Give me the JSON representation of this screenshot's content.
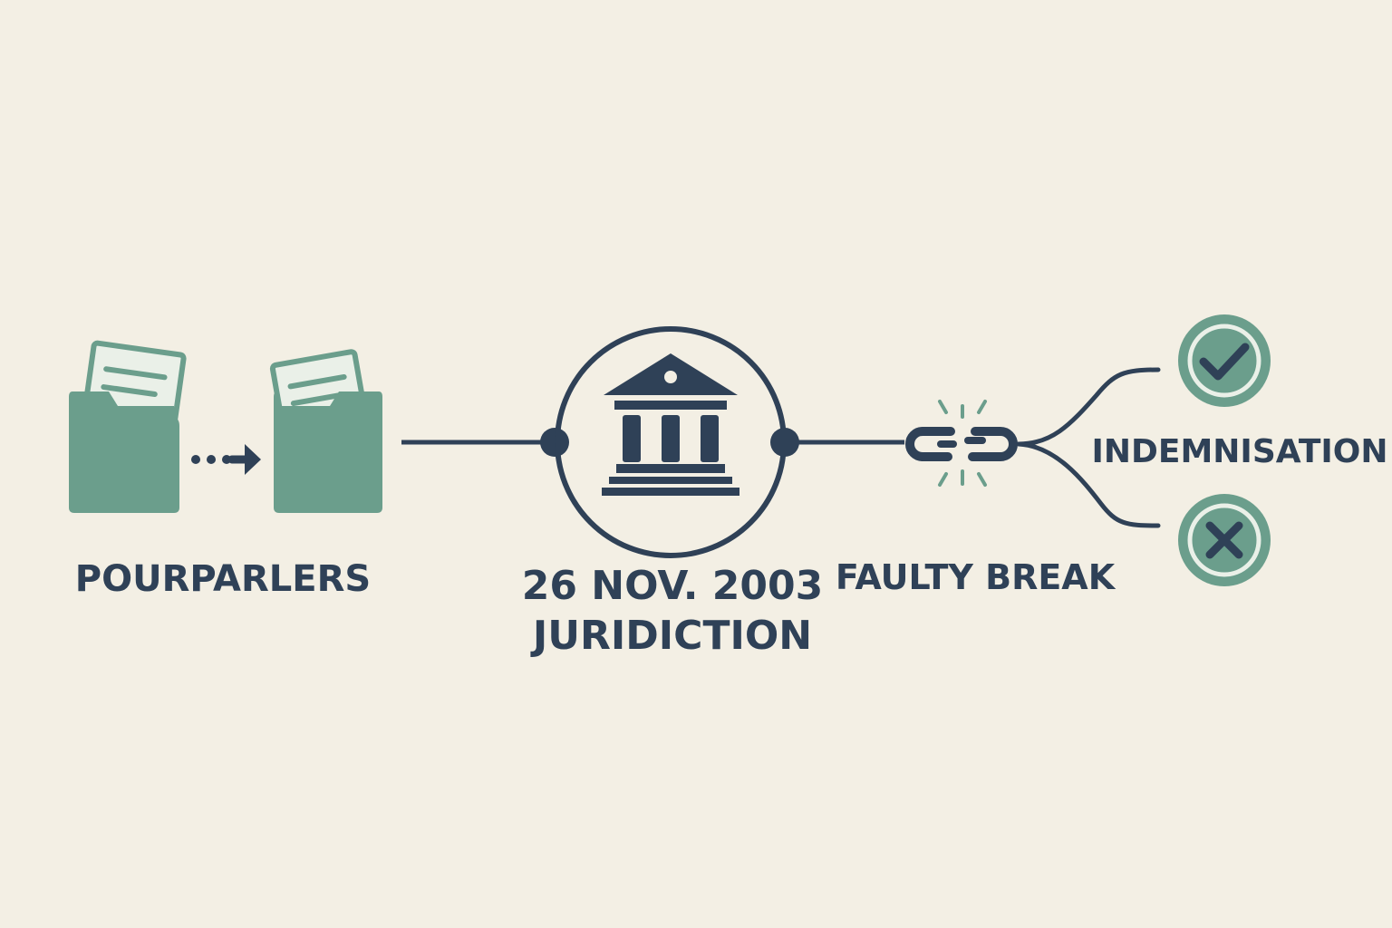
{
  "labels": {
    "pourparlers": "POURPARLERS",
    "date": "26 NOV. 2003",
    "jurisdiction": "JURIDICTION",
    "faulty_break": "FAULTY BREAK",
    "indemnisation": "INDEMNISATION"
  },
  "colors": {
    "background": "#f3efe4",
    "navy": "#2f4157",
    "green": "#6b9e8c",
    "light_green": "#eaf0e8"
  },
  "icons": [
    "folder-icon",
    "dotted-arrow-icon",
    "courthouse-icon",
    "broken-chain-icon",
    "checkmark-icon",
    "cross-icon"
  ]
}
